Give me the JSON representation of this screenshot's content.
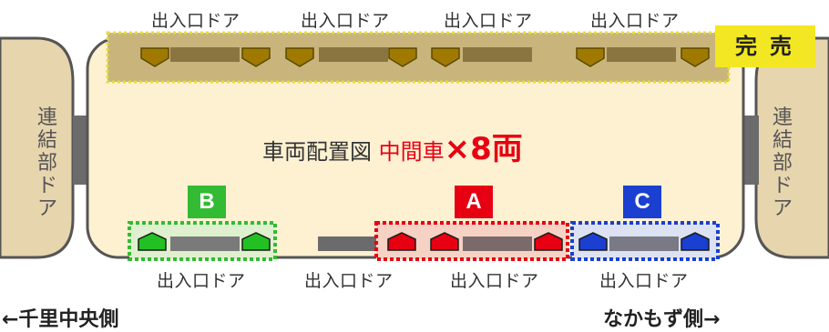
{
  "door_label": "出入口ドア",
  "connection_door_label": "連結部ドア",
  "car_title": {
    "prefix": "車両配置図",
    "middle": "中間車",
    "count": "×8両"
  },
  "sold_out": "完売",
  "zones": [
    {
      "label": "A",
      "color": "#e60012"
    },
    {
      "label": "B",
      "color": "#33bb33"
    },
    {
      "label": "C",
      "color": "#1a3fd1"
    }
  ],
  "direction_left": "←千里中央側",
  "direction_right": "なかもず側→",
  "colors": {
    "car_fill": "#fdf1d2",
    "car_outline": "#555555",
    "soldout_zone": "#c9b57c",
    "soldout_seat": "#a07a00",
    "soldout_badge": "#f2e722",
    "seat_red": "#e60012",
    "seat_green": "#22c022",
    "seat_blue": "#1a3fd1",
    "bench_gray": "#7a7a7a"
  }
}
